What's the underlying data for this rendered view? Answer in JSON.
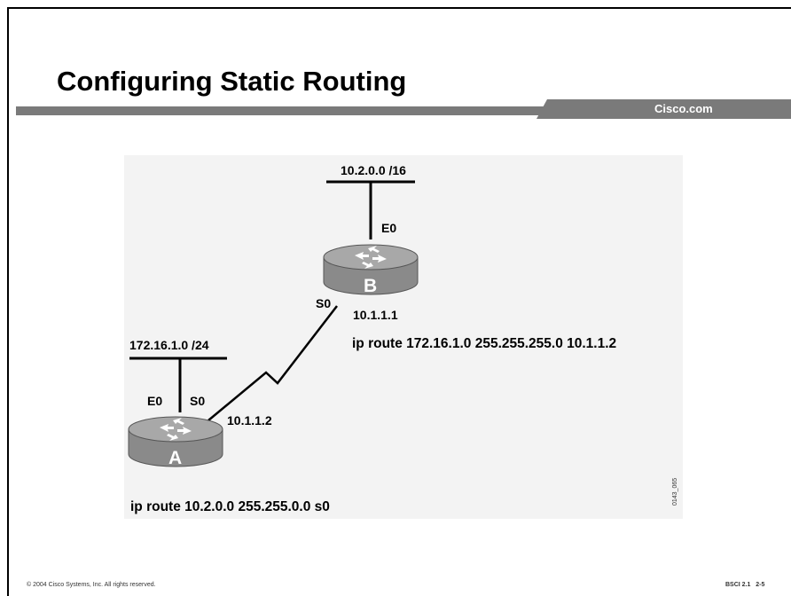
{
  "slide": {
    "title": "Configuring Static Routing",
    "brand": "Cisco.com",
    "footer_copyright": "© 2004 Cisco Systems, Inc. All rights reserved.",
    "footer_course": "BSCI 2.1",
    "footer_page": "2-5",
    "figure_ref": "0143_065"
  },
  "diagram": {
    "router_b": {
      "label": "B",
      "network": "10.2.0.0 /16",
      "ethernet_if": "E0",
      "serial_if": "S0",
      "serial_ip": "10.1.1.1",
      "command": "ip route 172.16.1.0 255.255.255.0 10.1.1.2"
    },
    "router_a": {
      "label": "A",
      "network": "172.16.1.0 /24",
      "ethernet_if": "E0",
      "serial_if": "S0",
      "serial_ip": "10.1.1.2",
      "command": "ip route 10.2.0.0 255.255.0.0 s0"
    },
    "colors": {
      "router_body": "#8a8a8a",
      "router_top": "#a8a8a8",
      "header_bar": "#7a7a7a",
      "panel": "#f3f3f3"
    }
  }
}
